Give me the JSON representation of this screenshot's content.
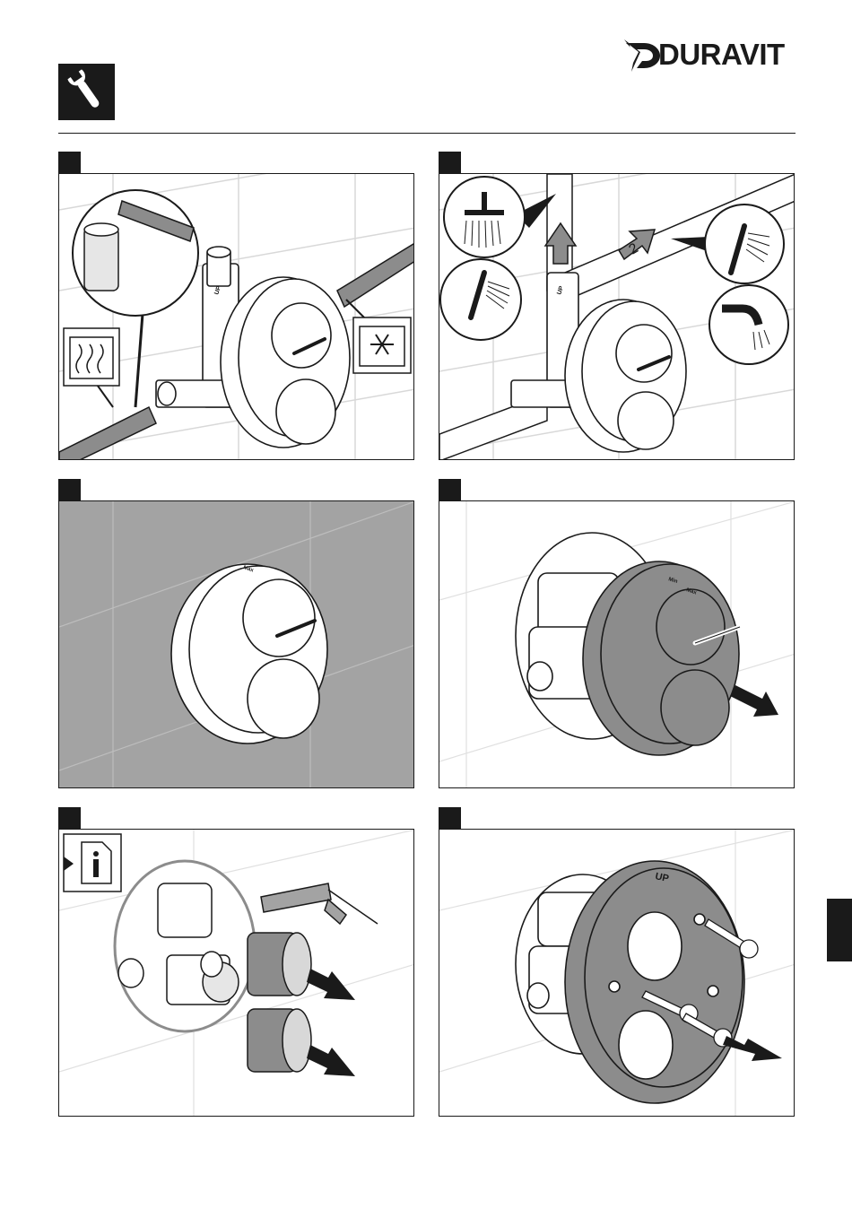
{
  "brand": {
    "name": "DURAVIT"
  },
  "section_icon": "wrench-icon",
  "steps": [
    {
      "icons": [
        "hot-water-icon",
        "cold-water-icon",
        "pipe-sealant-icon"
      ],
      "mark_labels": [
        "UP"
      ]
    },
    {
      "icons": [
        "shower-head-icon",
        "hand-shower-icon",
        "spout-icon"
      ],
      "arrow_label": "2",
      "mark_labels": [
        "UP"
      ]
    },
    {
      "icons": [],
      "mark_labels": [
        "Max"
      ]
    },
    {
      "icons": [
        "pull-arrow-icon"
      ],
      "mark_labels": [
        "Min",
        "Max"
      ]
    },
    {
      "icons": [
        "info-document-icon",
        "caulk-gun-icon"
      ]
    },
    {
      "icons": [
        "screw-icon"
      ],
      "mark_labels": [
        "UP"
      ]
    }
  ],
  "colors": {
    "ink": "#1a1a1a",
    "grey_fill": "#a3a3a3",
    "wall_line": "#d8d8d8"
  }
}
